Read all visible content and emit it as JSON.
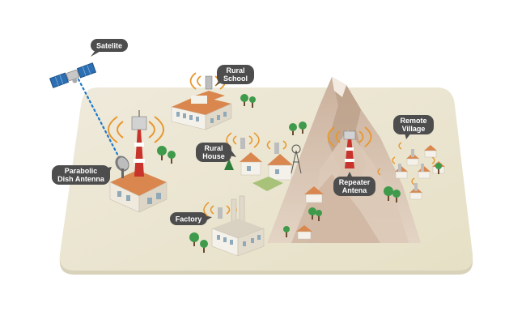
{
  "labels": {
    "satellite": "Satelite",
    "rural_school_line1": "Rural",
    "rural_school_line2": "School",
    "rural_house_line1": "Rural",
    "rural_house_line2": "House",
    "dish_line1": "Parabolic",
    "dish_line2": "Dish Antenna",
    "factory": "Factory",
    "repeater_line1": "Repeater",
    "repeater_line2": "Antena",
    "remote_line1": "Remote",
    "remote_line2": "Village"
  },
  "colors": {
    "ground": "#ece6cf",
    "ground_edge": "#d6d0b8",
    "mountain": "#d9c4b3",
    "mountain_shade": "#c2a894",
    "callout": "#4d4d4d",
    "signal": "#e8972e",
    "tower_red": "#c8332b",
    "roof": "#d9874e",
    "building": "#f4f1ea",
    "tree": "#3f9a4b",
    "satellite_link": "#1f79c8"
  }
}
